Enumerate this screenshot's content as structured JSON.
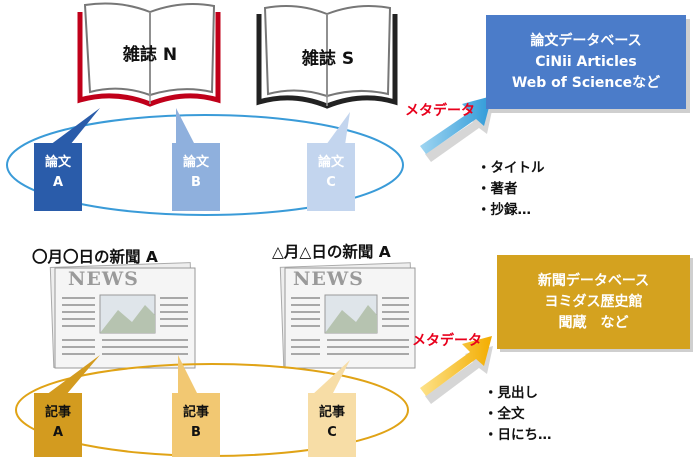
{
  "magazines": [
    {
      "title": "雑誌 N"
    },
    {
      "title": "雑誌 S"
    }
  ],
  "papers": [
    {
      "label": "論文",
      "letter": "A",
      "color": "#2a5caa"
    },
    {
      "label": "論文",
      "letter": "B",
      "color": "#8fb0dd"
    },
    {
      "label": "論文",
      "letter": "C",
      "color": "#c3d5ee"
    }
  ],
  "paper_db": {
    "lines": [
      "論文データベース",
      "CiNii Articles",
      "Web of Scienceなど"
    ],
    "color": "#4b7cc9"
  },
  "metadata_label": "メタデータ",
  "paper_bullets": [
    "・タイトル",
    "・著者",
    "・抄録…"
  ],
  "newspapers": [
    {
      "title": "〇月〇日の新聞 A",
      "masthead": "NEWS"
    },
    {
      "title": "△月△日の新聞 A",
      "masthead": "NEWS"
    }
  ],
  "articles": [
    {
      "label": "記事",
      "letter": "A",
      "color": "#d39b1f"
    },
    {
      "label": "記事",
      "letter": "B",
      "color": "#f2c872"
    },
    {
      "label": "記事",
      "letter": "C",
      "color": "#f7dda6"
    }
  ],
  "news_db": {
    "lines": [
      "新聞データベース",
      "ヨミダス歴史館",
      "聞蔵　など"
    ],
    "color": "#d4a21f"
  },
  "news_bullets": [
    "・見出し",
    "・全文",
    "・日にち…"
  ],
  "colors": {
    "paper_ellipse": "#3a9bd8",
    "article_ellipse": "#e0a316",
    "paper_arrow": "#3aa6e0",
    "article_arrow": "#f5b400",
    "book_red": "#c0001a",
    "book_black": "#222222"
  }
}
